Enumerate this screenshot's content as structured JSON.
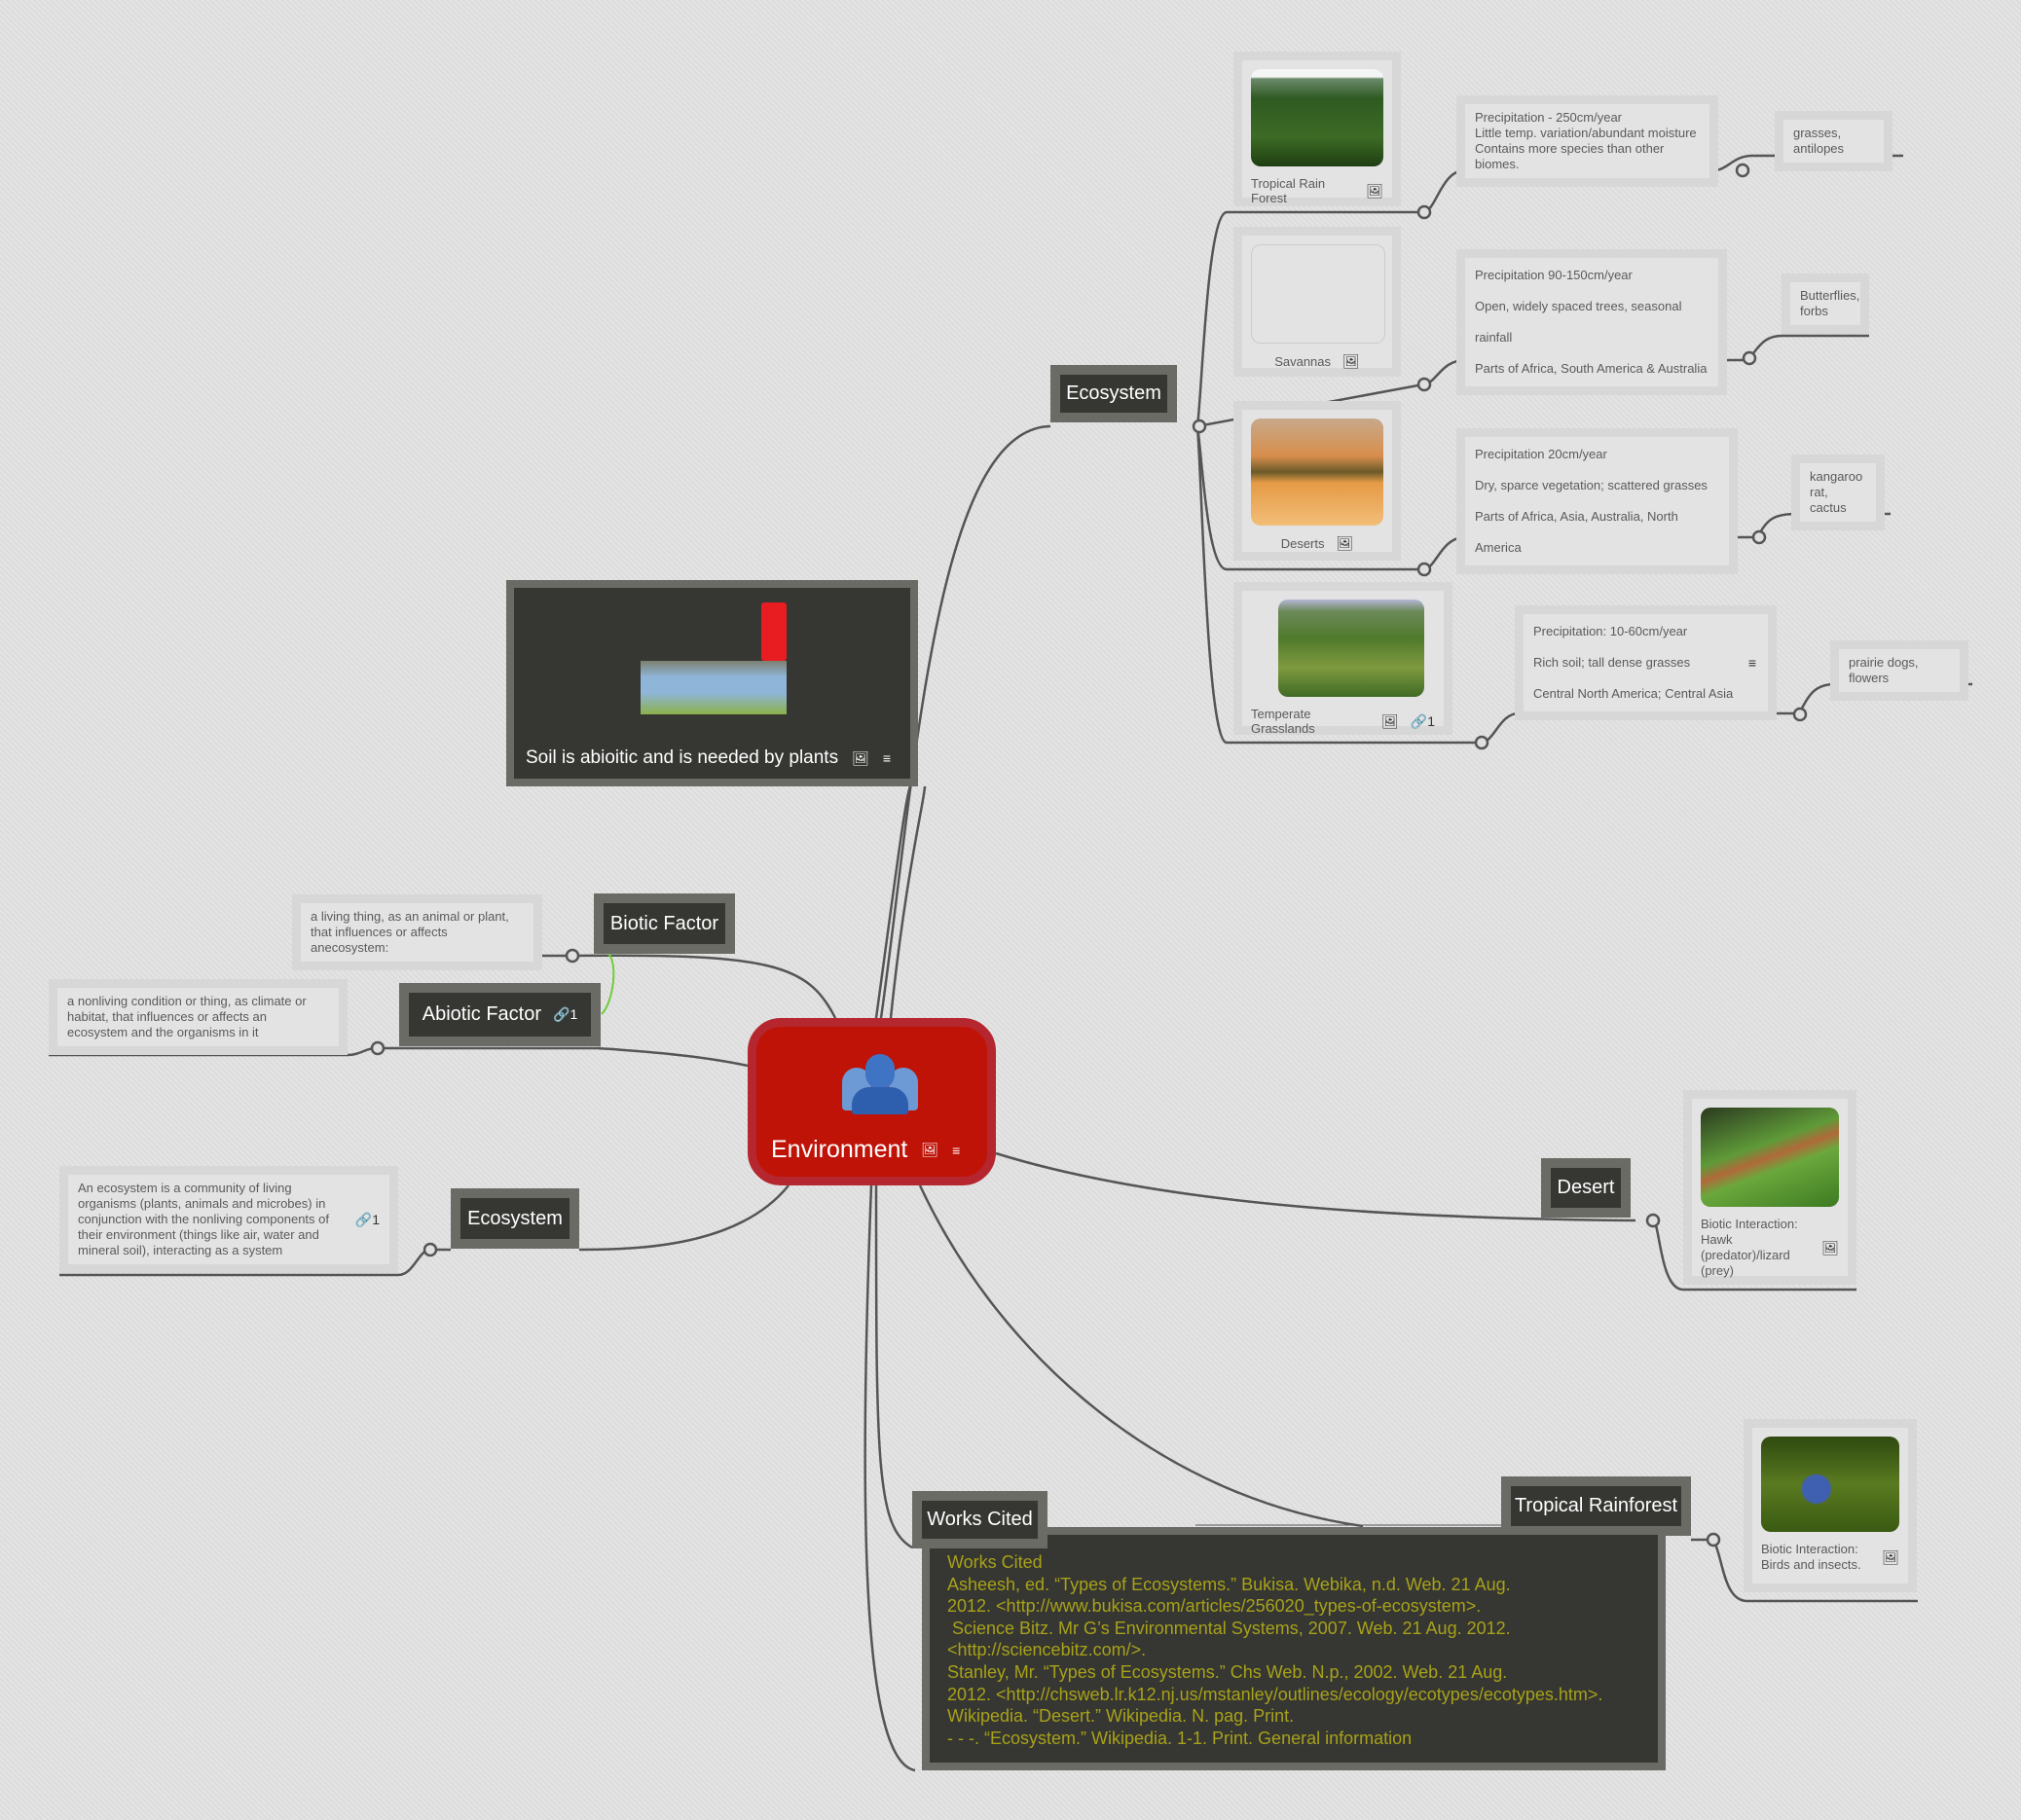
{
  "central": {
    "label": "Environment",
    "icon": "people-icon",
    "color": "#bf1308"
  },
  "ecosystem_top": {
    "label": "Ecosystem",
    "biomes": [
      {
        "label": "Tropical Rain Forest",
        "notes": [
          "Precipitation - 250cm/year",
          "Little temp. variation/abundant moisture",
          "Contains more species than other biomes."
        ],
        "leaf": "grasses, antilopes"
      },
      {
        "label": "Savannas",
        "notes": [
          "Precipitation 90-150cm/year",
          "Open, widely spaced trees, seasonal rainfall",
          "Parts of Africa, South America & Australia"
        ],
        "leaf": "Butterflies, forbs"
      },
      {
        "label": "Deserts",
        "notes": [
          "Precipitation 20cm/year",
          "Dry, sparce vegetation; scattered grasses",
          "Parts of Africa, Asia, Australia, North America"
        ],
        "leaf": "kangaroo rat, cactus"
      },
      {
        "label": "Temperate Grasslands",
        "link_count": "1",
        "notes": [
          "Precipitation: 10-60cm/year",
          "Rich soil; tall dense grasses",
          "Central North America; Central Asia"
        ],
        "leaf": "prairie dogs, flowers"
      }
    ]
  },
  "soil": {
    "label": "Soil is abioitic and is needed by plants"
  },
  "biotic": {
    "label": "Biotic Factor",
    "note": "a living thing, as an animal or plant, that influences or affects anecosystem:"
  },
  "abiotic": {
    "label": "Abiotic Factor",
    "link_count": "1",
    "note": "a nonliving condition or thing, as climate or habitat, that influences or affects an ecosystem and the organisms in it"
  },
  "ecosystem_left": {
    "label": "Ecosystem",
    "link_count": "1",
    "note": "An ecosystem is a community of living organisms (plants, animals and microbes) in conjunction with the nonliving components of their environment (things like air, water and mineral soil), interacting as a system"
  },
  "desert": {
    "label": "Desert",
    "card": "Biotic Interaction: Hawk (predator)/lizard (prey)"
  },
  "rainforest": {
    "label": "Tropical Rainforest",
    "card": "Biotic Interaction: Birds and insects."
  },
  "works_cited": {
    "label": "Works Cited",
    "lines": [
      "Works Cited",
      "Asheesh, ed. “Types of Ecosystems.” Bukisa. Webika, n.d. Web. 21 Aug.",
      "2012. <http://www.bukisa.com/articles/256020_types-of-ecosystem>.",
      " Science Bitz. Mr G’s Environmental Systems, 2007. Web. 21 Aug. 2012.",
      "<http://sciencebitz.com/>.",
      "Stanley, Mr. “Types of Ecosystems.” Chs Web. N.p., 2002. Web. 21 Aug.",
      "2012. <http://chsweb.lr.k12.nj.us/mstanley/outlines/ecology/ecotypes/ecotypes.htm>.",
      "Wikipedia. “Desert.” Wikipedia. N. pag. Print.",
      "- - -. “Ecosystem.” Wikipedia. 1-1. Print. General information"
    ],
    "text_color": "#a7a21a"
  }
}
